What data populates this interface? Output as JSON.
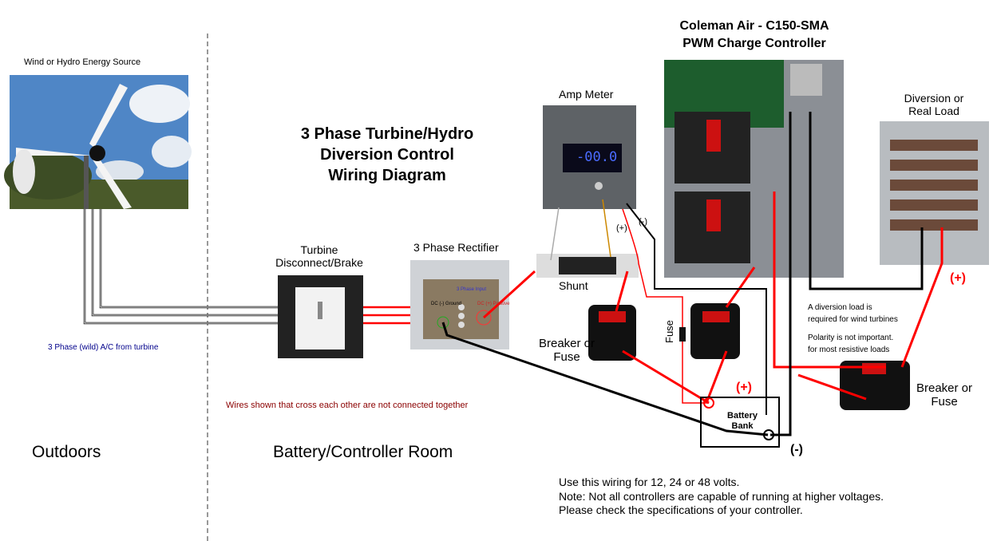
{
  "title": [
    "3 Phase Turbine/Hydro",
    "Diversion Control",
    "Wiring Diagram"
  ],
  "source_label": "Wind or Hydro Energy Source",
  "controller": {
    "name": "Coleman Air - C150-SMA",
    "type": "PWM Charge Controller"
  },
  "amp_meter": {
    "label": "Amp Meter",
    "reading": "-00.0",
    "plus": "(+)",
    "minus": "(-)"
  },
  "diversion_load": {
    "label": [
      "Diversion or",
      "Real Load"
    ],
    "plus": "(+)"
  },
  "disconnect": {
    "label": [
      "Turbine",
      "Disconnect/Brake"
    ]
  },
  "rectifier": {
    "label": "3 Phase Rectifier",
    "input": "3 Phase Input",
    "neg": "DC (-) Ground",
    "pos": "DC (+) Positive"
  },
  "shunt": "Shunt",
  "fuse": "Fuse",
  "breaker_left": [
    "Breaker or",
    "Fuse"
  ],
  "breaker_right": [
    "Breaker or",
    "Fuse"
  ],
  "battery": {
    "label": [
      "Battery",
      "Bank"
    ],
    "plus": "(+)",
    "minus": "(-)"
  },
  "notes": {
    "diversion": [
      "A diversion load is",
      "required for  wind turbines",
      "Polarity is not important.",
      "for most resistive loads"
    ],
    "ac": "3 Phase (wild) A/C from turbine",
    "crossing": "Wires shown that cross each other are not connected together",
    "voltage": [
      "Use this wiring for 12, 24 or 48 volts.",
      "Note: Not all controllers are capable of running at higher voltages.",
      "Please check the specifications of your controller."
    ]
  },
  "zones": {
    "outdoors": "Outdoors",
    "room": "Battery/Controller Room"
  },
  "colors": {
    "positive": "#ff0000",
    "negative": "#000000",
    "ac_note": "#00008b",
    "crossing_note": "#8b0000"
  }
}
